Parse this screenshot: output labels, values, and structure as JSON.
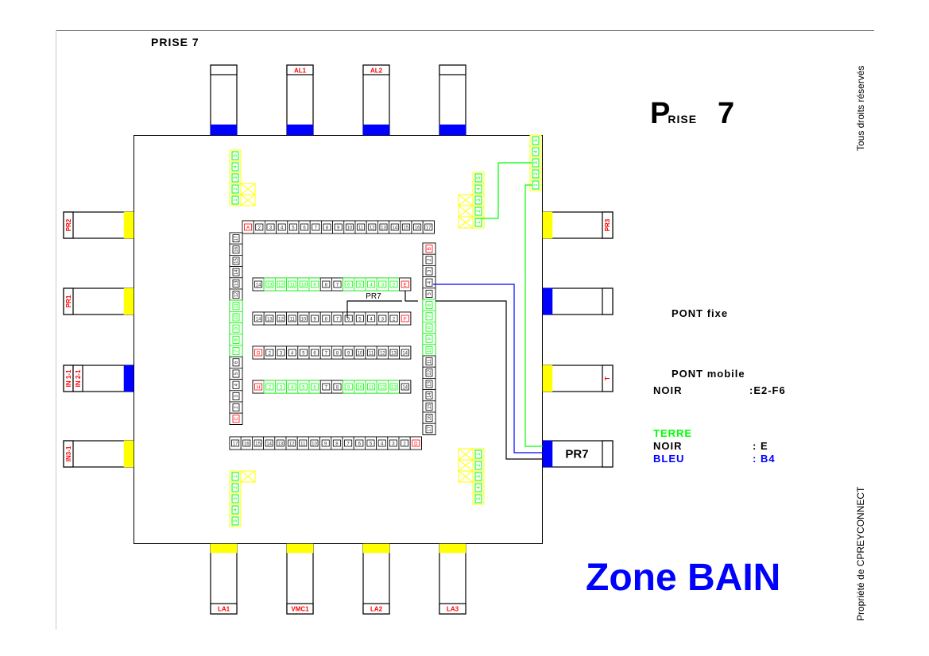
{
  "header": {
    "title_small": "PRISE 7",
    "title_big_initial": "P",
    "title_big_rest": "RISE",
    "title_big_number": "7"
  },
  "side_text": {
    "rights": "Tous droits réservés",
    "owner": "Propriété de CPREYCONNECT"
  },
  "colors": {
    "blue": "#0000ff",
    "yellow": "#ffff00",
    "green": "#00ff00",
    "red": "#ff0000",
    "black": "#000000"
  },
  "connectors": {
    "top": [
      {
        "label": "",
        "color": "blue"
      },
      {
        "label": "AL1",
        "color": "blue"
      },
      {
        "label": "AL2",
        "color": "blue"
      },
      {
        "label": "",
        "color": "blue"
      }
    ],
    "bottom": [
      {
        "label": "LA1",
        "color": "yellow"
      },
      {
        "label": "VMC1",
        "color": "yellow"
      },
      {
        "label": "LA2",
        "color": "yellow"
      },
      {
        "label": "LA3",
        "color": "yellow"
      }
    ],
    "left": [
      {
        "labels": [
          "PR2"
        ],
        "color": "yellow"
      },
      {
        "labels": [
          "PR1"
        ],
        "color": "yellow"
      },
      {
        "labels": [
          "IN 1-1",
          "IN 2-1"
        ],
        "color": "blue"
      },
      {
        "labels": [
          "IN3-1"
        ],
        "color": "yellow"
      }
    ],
    "right": [
      {
        "label": "PR3",
        "color": "yellow",
        "big": false
      },
      {
        "label": "",
        "color": "blue",
        "big": false
      },
      {
        "label": "T",
        "color": "yellow",
        "big": false
      },
      {
        "label": "PR7",
        "color": "blue",
        "big": true
      }
    ]
  },
  "terminal_strips": {
    "top_row": {
      "cells": [
        "A",
        "2",
        "3",
        "4",
        "5",
        "6",
        "7",
        "8",
        "9",
        "10",
        "11",
        "12",
        "13",
        "14",
        "15",
        "16",
        "17"
      ],
      "green": [],
      "red": [
        "A"
      ]
    },
    "bottom_row": {
      "cells": [
        "17",
        "16",
        "15",
        "14",
        "13",
        "12",
        "11",
        "10",
        "9",
        "8",
        "7",
        "6",
        "5",
        "4",
        "3",
        "2",
        "D"
      ],
      "green": [],
      "red": [
        "D"
      ]
    },
    "left_col": {
      "cells": [
        "17",
        "16",
        "15",
        "14",
        "13",
        "12",
        "11",
        "10",
        "9",
        "8",
        "7",
        "6",
        "5",
        "4",
        "3",
        "2",
        "C"
      ],
      "green": [
        "11",
        "10",
        "9",
        "8",
        "7"
      ],
      "red": [
        "C"
      ]
    },
    "right_col": {
      "cells": [
        "B",
        "2",
        "3",
        "4",
        "5",
        "6",
        "7",
        "8",
        "9",
        "10",
        "11",
        "12",
        "13",
        "14",
        "15",
        "16",
        "17"
      ],
      "green": [
        "6",
        "7",
        "8",
        "9",
        "10"
      ],
      "red": [
        "B"
      ]
    },
    "row_e": {
      "cells": [
        "14",
        "13",
        "12",
        "11",
        "10",
        "9",
        "8",
        "7",
        "6",
        "5",
        "4",
        "3",
        "2",
        "E"
      ],
      "green": [
        "13",
        "12",
        "11",
        "10",
        "9",
        "6",
        "5",
        "4",
        "3",
        "2"
      ],
      "red": [
        "E"
      ]
    },
    "row_f": {
      "cells": [
        "14",
        "13",
        "12",
        "11",
        "10",
        "9",
        "8",
        "7",
        "6",
        "5",
        "4",
        "3",
        "2",
        "F"
      ],
      "green": [],
      "red": [
        "F"
      ]
    },
    "row_g": {
      "cells": [
        "G",
        "2",
        "3",
        "4",
        "5",
        "6",
        "7",
        "8",
        "9",
        "10",
        "11",
        "12",
        "13",
        "14"
      ],
      "green": [],
      "red": [
        "G"
      ]
    },
    "row_h": {
      "cells": [
        "H",
        "2",
        "3",
        "4",
        "5",
        "6",
        "7",
        "8",
        "9",
        "10",
        "11",
        "12",
        "13",
        "14"
      ],
      "green": [
        "2",
        "3",
        "4",
        "5",
        "6",
        "9",
        "10",
        "11",
        "12",
        "13"
      ],
      "red": [
        "H"
      ]
    }
  },
  "wago_blocks": {
    "top_left": [
      "5",
      "4",
      "3",
      "2",
      "1"
    ],
    "top_right_small": [
      "5",
      "4",
      "3",
      "2",
      "1"
    ],
    "top_right_corner": [
      "5",
      "4",
      "3",
      "2",
      "1"
    ],
    "bottom_left": [
      "1",
      "2",
      "3",
      "4",
      "5"
    ],
    "bottom_right": [
      "1",
      "2",
      "3",
      "4",
      "5"
    ]
  },
  "wire_label": "PR7",
  "legend": {
    "pont_fixe": "PONT fixe",
    "pont_mobile": "PONT mobile",
    "noir_label": "NOIR",
    "noir_value": ":E2-F6",
    "terre_label": "TERRE",
    "noir2_label": "NOIR",
    "noir2_value": ": E",
    "bleu_label": "BLEU",
    "bleu_value": ": B4"
  },
  "zone_title": "Zone BAIN"
}
